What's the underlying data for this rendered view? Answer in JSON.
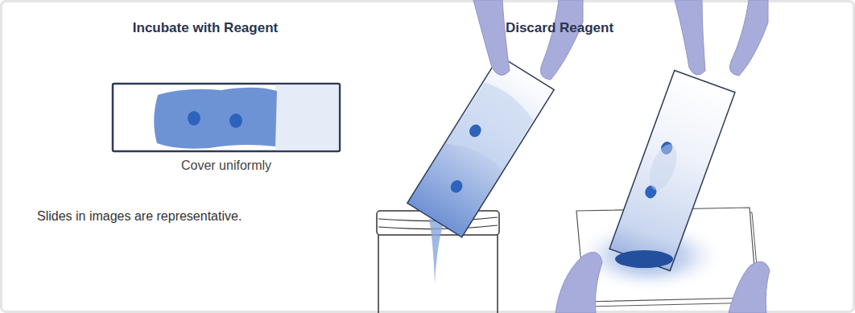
{
  "diagram": {
    "labels": [
      "Incubate with Reagent",
      "Discard Reagent",
      "Cover uniformly",
      "Slides in images are representative."
    ]
  }
}
